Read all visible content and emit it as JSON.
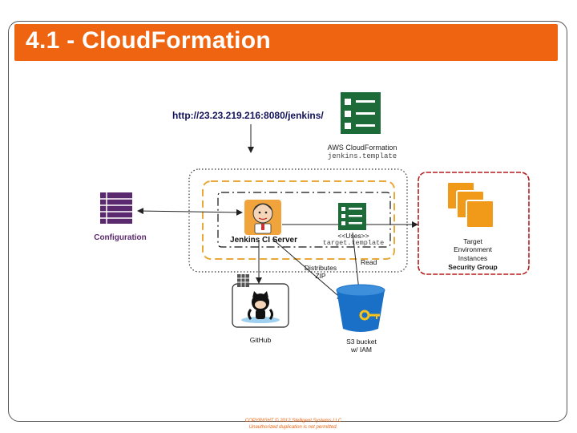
{
  "slide": {
    "title": "4.1 - CloudFormation",
    "url": "http://23.23.219.216:8080/jenkins/",
    "cloudformation": {
      "label": "AWS CloudFormation",
      "file": "jenkins.template"
    },
    "configuration": {
      "label": "Configuration"
    },
    "jenkins": {
      "label": "Jenkins CI Server"
    },
    "uses": {
      "label": "<<Uses>>",
      "file": "target.template"
    },
    "target": {
      "line1": "Target",
      "line2": "Environment",
      "line3": "Instances",
      "group": "Security Group"
    },
    "edges": {
      "distributes_line1": "Distributes",
      "distributes_line2": "ZIP",
      "read": "Read"
    },
    "github": {
      "label": "GitHub"
    },
    "s3": {
      "line1": "S3 bucket",
      "line2": "w/ IAM"
    },
    "copyright": {
      "line1": "COPYRIGHT © 2012 Stelligent Systems LLC",
      "line2": "Unauthorized duplication is not permitted."
    }
  },
  "colors": {
    "accent": "#ee6411",
    "purple": "#5b2a6e",
    "green": "#1e6b3a",
    "aws_orange": "#f19a1a",
    "s3_blue": "#1a70c6",
    "security_red": "#b41e1e"
  }
}
